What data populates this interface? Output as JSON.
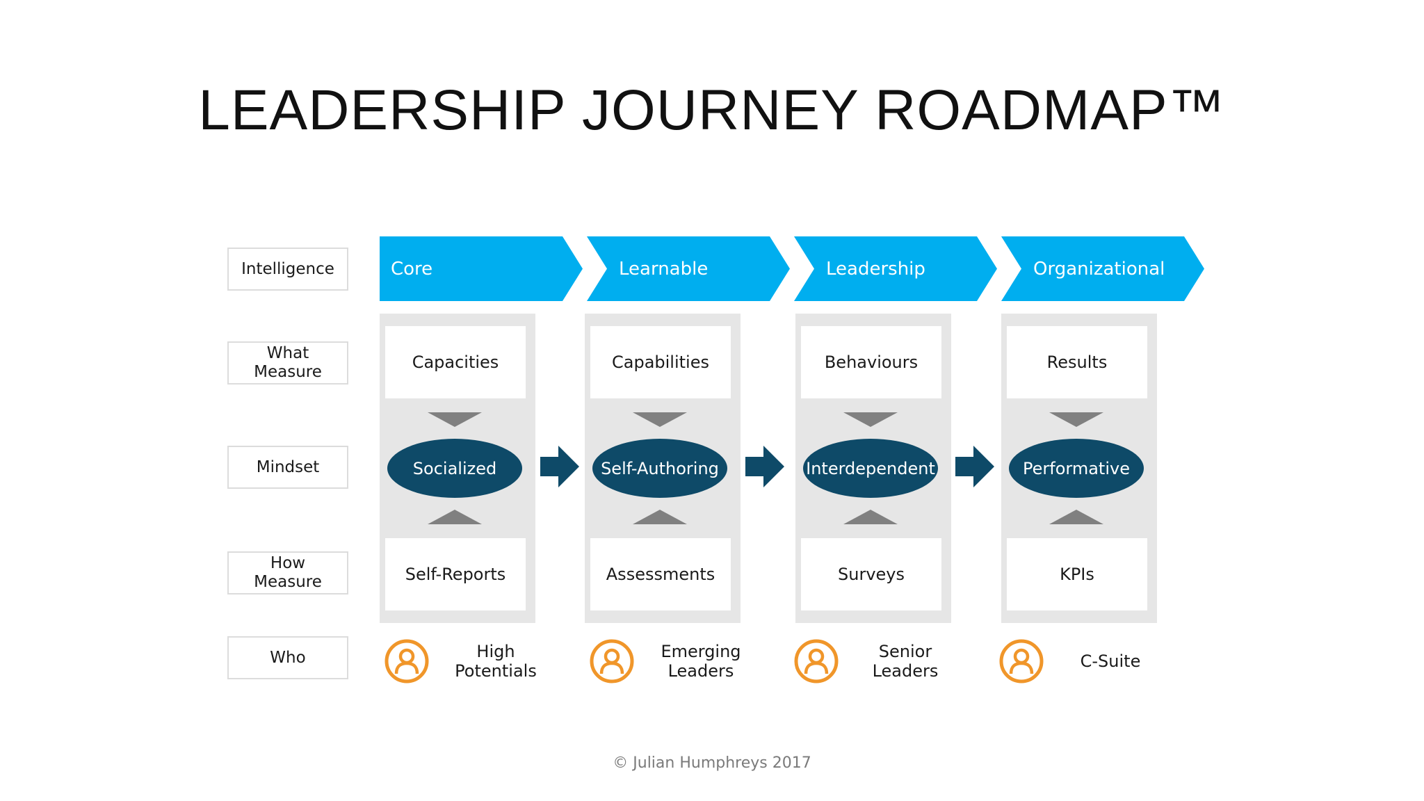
{
  "title": "LEADERSHIP JOURNEY ROADMAP™",
  "row_labels": {
    "intelligence": "Intelligence",
    "what_measure": "What\nMeasure",
    "mindset": "Mindset",
    "how_measure": "How\nMeasure",
    "who": "Who"
  },
  "stages": [
    {
      "intelligence": "Core",
      "what": "Capacities",
      "mindset": "Socialized",
      "how": "Self-Reports",
      "who": "High\nPotentials"
    },
    {
      "intelligence": "Learnable",
      "what": "Capabilities",
      "mindset": "Self-Authoring",
      "how": "Assessments",
      "who": "Emerging\nLeaders"
    },
    {
      "intelligence": "Leadership",
      "what": "Behaviours",
      "mindset": "Interdependent",
      "how": "Surveys",
      "who": "Senior\nLeaders"
    },
    {
      "intelligence": "Organizational",
      "what": "Results",
      "mindset": "Performative",
      "how": "KPIs",
      "who": "C-Suite"
    }
  ],
  "icons": {
    "person": "person-circle-icon",
    "arrow": "arrow-right-icon"
  },
  "colors": {
    "chevron": "#00aeef",
    "ellipse": "#0e4a68",
    "arrow": "#0e4a68",
    "column": "#e6e6e6",
    "person_icon": "#f0962a"
  },
  "footer": "© Julian Humphreys 2017"
}
